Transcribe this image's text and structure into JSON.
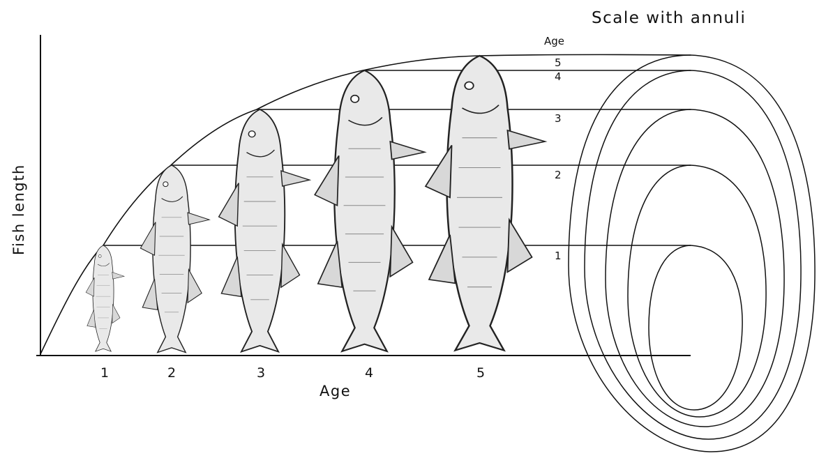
{
  "diagram": {
    "title": "Scale with annuli",
    "y_axis_label": "Fish length",
    "x_axis_label": "Age",
    "scale_age_header": "Age",
    "x_ticks": [
      "1",
      "2",
      "3",
      "4",
      "5"
    ],
    "annuli_labels": [
      "1",
      "2",
      "3",
      "4",
      "5"
    ],
    "fish": [
      {
        "age": "1",
        "name": "fish-age-1"
      },
      {
        "age": "2",
        "name": "fish-age-2"
      },
      {
        "age": "3",
        "name": "fish-age-3"
      },
      {
        "age": "4",
        "name": "fish-age-4"
      },
      {
        "age": "5",
        "name": "fish-age-5"
      }
    ],
    "colors": {
      "line": "#111111",
      "fish_fill": "#e9e9e9",
      "fish_stroke": "#222222"
    }
  }
}
